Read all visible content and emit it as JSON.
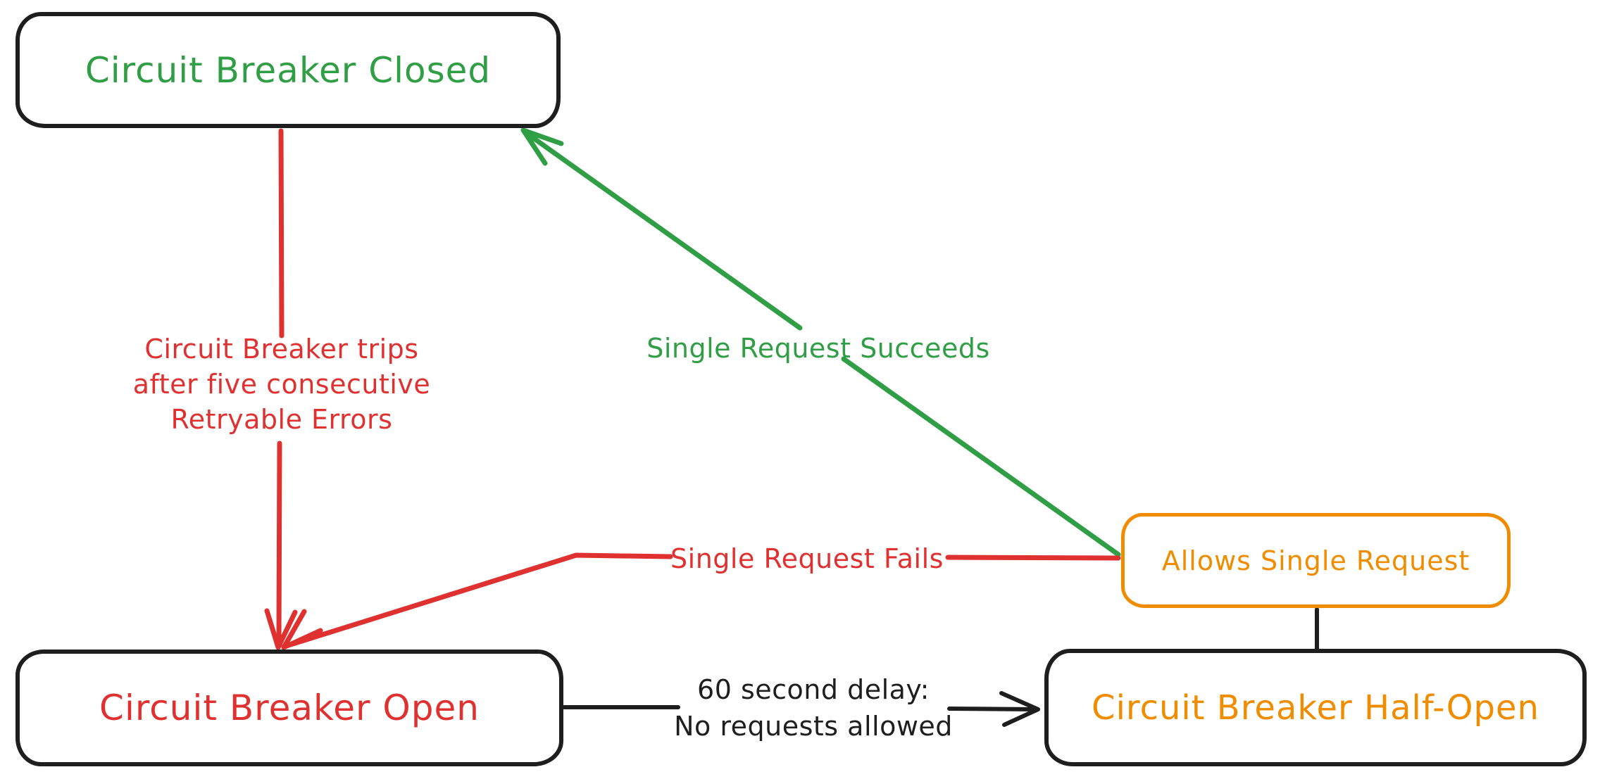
{
  "colors": {
    "ink": "#1e1e1e",
    "red": "#e03131",
    "green": "#2f9e44",
    "orange": "#f08c00",
    "background": "#ffffff"
  },
  "nodes": {
    "closed": {
      "label": "Circuit Breaker Closed",
      "text_color": "#2f9e44",
      "border_color": "#1e1e1e"
    },
    "open": {
      "label": "Circuit Breaker Open",
      "text_color": "#e03131",
      "border_color": "#1e1e1e"
    },
    "half_open": {
      "label": "Circuit Breaker Half-Open",
      "text_color": "#f08c00",
      "border_color": "#1e1e1e"
    },
    "allows": {
      "label": "Allows Single Request",
      "text_color": "#f08c00",
      "border_color": "#f08c00"
    }
  },
  "edges": {
    "trip": {
      "from": "closed",
      "to": "open",
      "color": "#e03131",
      "arrowhead": "open-v",
      "label_lines": [
        "Circuit Breaker trips",
        "after five consecutive",
        "Retryable Errors"
      ]
    },
    "succeeds": {
      "from": "allows",
      "to": "closed",
      "color": "#2f9e44",
      "arrowhead": "open-v",
      "label": "Single Request Succeeds"
    },
    "fails": {
      "from": "allows",
      "to": "open",
      "color": "#e03131",
      "arrowhead": "open-v",
      "label": "Single Request Fails"
    },
    "delay": {
      "from": "open",
      "to": "half_open",
      "color": "#1e1e1e",
      "arrowhead": "open-v",
      "label_lines": [
        "60 second delay:",
        "No requests allowed"
      ]
    },
    "probe": {
      "from": "half_open",
      "to": "allows",
      "color": "#1e1e1e",
      "arrowhead": "none",
      "label": ""
    }
  }
}
